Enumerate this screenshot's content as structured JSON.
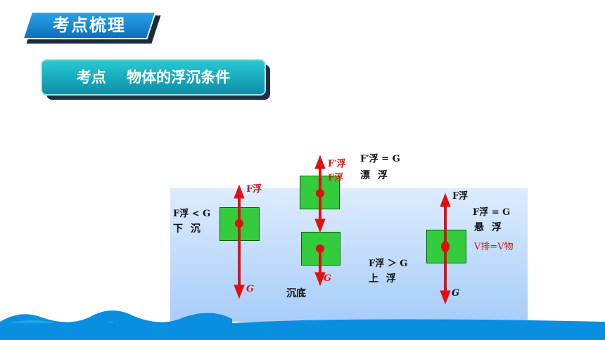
{
  "header": {
    "section_tab": "考点梳理"
  },
  "title": {
    "banner": "考点    物体的浮沉条件"
  },
  "diagram": {
    "sinking": {
      "force_up": "F浮",
      "force_down": "G",
      "condition": "F浮 < G",
      "state": "下 沉"
    },
    "bottom": {
      "state": "沉底",
      "force_down": "G"
    },
    "floating": {
      "force_up": "F′浮",
      "force_up_2": "F浮",
      "condition": "F′浮 = G",
      "state": "漂 浮"
    },
    "rising": {
      "condition": "F浮 ＞ G",
      "state": "上 浮"
    },
    "suspended": {
      "force_up": "F浮",
      "force_down": "G",
      "condition": "F浮 = G",
      "state": "悬 浮",
      "volume_relation": "V排=V物"
    }
  },
  "colors": {
    "arrow": "#e01010",
    "object": "#33cc3c",
    "tab": "#0b70c0",
    "banner": "#13a7bd",
    "wave": "#0a8ee0"
  }
}
